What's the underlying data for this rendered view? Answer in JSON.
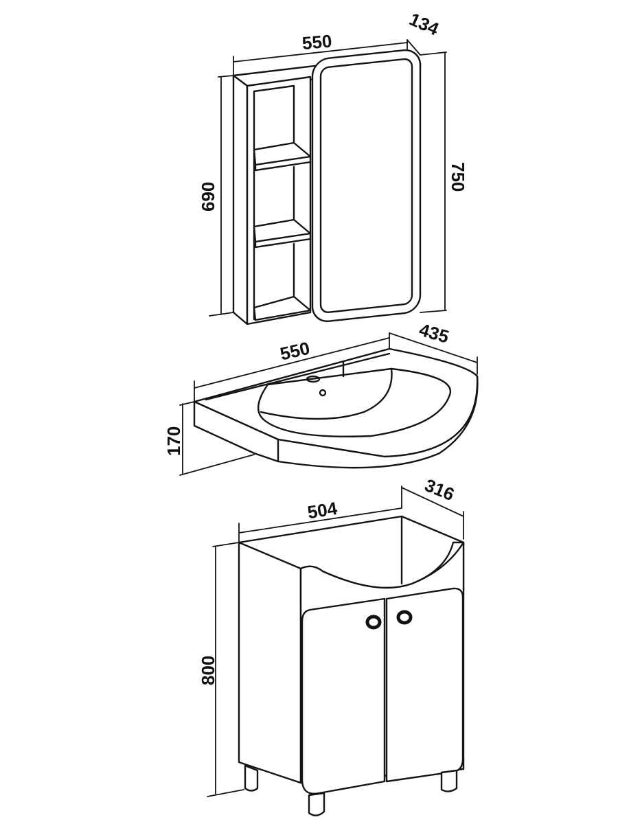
{
  "mirror_cabinet": {
    "width": "550",
    "depth": "134",
    "height_body": "690",
    "height_total": "750"
  },
  "washbasin": {
    "width": "550",
    "depth": "435",
    "height": "170"
  },
  "vanity_unit": {
    "width": "504",
    "depth": "316",
    "height": "800"
  },
  "colors": {
    "line": "#141414",
    "background": "#ffffff"
  }
}
